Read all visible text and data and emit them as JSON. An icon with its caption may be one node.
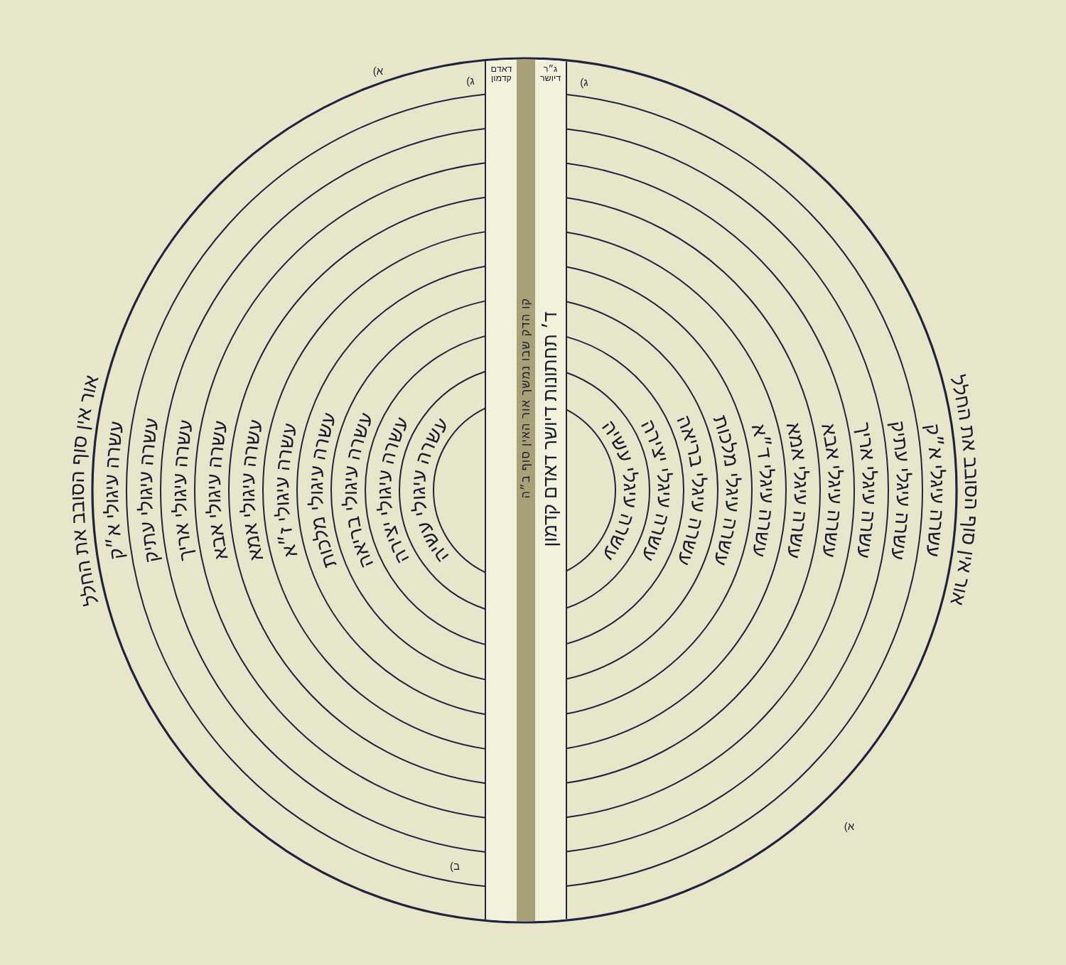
{
  "diagram": {
    "nodes": [
      {
        "text": [
          "ג״ר דיושר",
          "ד׳ תחתונות דיושר דאדם קדמון"
        ]
      },
      {
        "text": [
          "קו הדק שבו נמשך אור האין סוף ב״ה"
        ]
      },
      {
        "text": [
          "דאדם קדמון"
        ]
      }
    ],
    "labels": [
      "א)",
      "ג)",
      "ג)",
      "אור אין סוף הסובב את החלל",
      "עשרה עיגלי א״ק",
      "עשרה עיגלי עתיק",
      "עשרה עיגלי אריך",
      "עשרה עיגלי אבא",
      "עשרה עיגלי אמא",
      "עשרה עיגלי ד״א",
      "עשרה עיגלי מלכות",
      "עשרה עיגלי בריאה",
      "עשרה עיגלי יצירה",
      "עשרה עיגלי עשיה",
      "אור אין סוף הסובב את החלל",
      "עשרה עיגולי א״ק",
      "עשרה עיגולי עתיק",
      "עשרה עיגולי אריך",
      "עשרה עיגולי אבא",
      "עשרה עיגולי אמא",
      "עשרה עיגולי ז״א",
      "עשרה עיגולי מלכות",
      "עשרה עיגולי בריאה",
      "עשרה עיגולי יצירה",
      "עשרה עיגולי עשיה",
      "א)",
      "ב)"
    ]
  }
}
